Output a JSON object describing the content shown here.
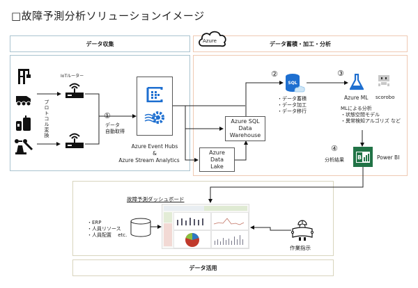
{
  "title": "□故障予測分析ソリューションイメージ",
  "sections": {
    "collection": "データ収集",
    "storage": "データ蓄積・加工・分析",
    "utilization": "データ活用"
  },
  "cloud_label": "Azure",
  "collection": {
    "router_label": "IoTルーター",
    "protocol_label": "プロトコル変換",
    "step1_num": "①",
    "step1_line1": "データ",
    "step1_line2": "自動取得",
    "event_hubs_line1": "Azure Event Hubs",
    "event_hubs_line2": "&",
    "event_hubs_line3": "Azure Stream Analytics",
    "devices": [
      "crane-icon",
      "dump-truck-icon",
      "tanks-icon",
      "robot-arm-icon"
    ]
  },
  "storage": {
    "sql_dw_line1": "Azure SQL",
    "sql_dw_line2": "Data",
    "sql_dw_line3": "Warehouse",
    "data_lake_line1": "Azure",
    "data_lake_line2": "Data",
    "data_lake_line3": "Lake",
    "step2_num": "②",
    "step2_items": [
      "・データ蓄積",
      "・データ加工",
      "・データ移行"
    ],
    "step3_num": "③",
    "azure_ml_label": "Azure ML",
    "scorobo_label": "scorobo",
    "ml_heading": "MLによる分析",
    "ml_items": [
      "・状態空間モデル",
      "・異常検知アルゴリズ など"
    ],
    "step4_num": "④",
    "step4_label": "分析結果",
    "power_bi_label": "Power BI"
  },
  "utilization": {
    "dashboard_title": "故障予測ダッシュボード",
    "sources": [
      "・ERP",
      "・人員リソース",
      "・人員配置　 etc."
    ],
    "worker_label": "作業指示"
  },
  "colors": {
    "azure_blue": "#1e6fd0",
    "power_bi_green": "#217346",
    "frame_blue": "#a9c3cf",
    "frame_orange": "#efc9b2",
    "frame_beige": "#d8d4bd"
  }
}
